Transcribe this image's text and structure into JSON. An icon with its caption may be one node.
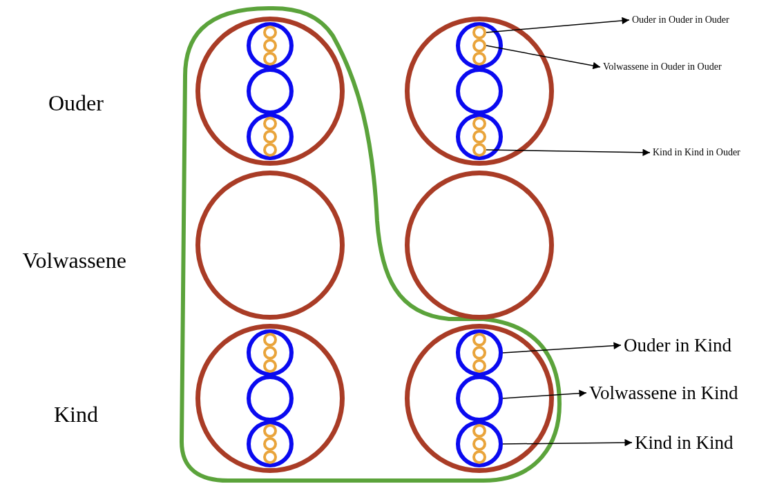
{
  "diagram": {
    "nodes": [
      {
        "text": [],
        "shape": "circle"
      },
      {
        "text": [],
        "shape": "circle",
        "in": 0
      },
      {
        "text": [],
        "shape": "circle",
        "in": 1
      },
      {
        "text": [],
        "shape": "circle",
        "in": 1
      },
      {
        "text": [],
        "shape": "circle",
        "in": 1
      },
      {
        "text": [],
        "shape": "circle",
        "in": 0
      },
      {
        "text": [],
        "shape": "circle",
        "in": 0
      },
      {
        "text": [],
        "shape": "circle",
        "in": 6
      },
      {
        "text": [],
        "shape": "circle",
        "in": 6
      },
      {
        "text": [],
        "shape": "circle",
        "in": 6
      },
      {
        "text": [],
        "shape": "circle"
      },
      {
        "text": [],
        "shape": "circle",
        "in": 10
      },
      {
        "text": [],
        "shape": "circle",
        "in": 11
      },
      {
        "text": [],
        "shape": "circle",
        "in": 11
      },
      {
        "text": [],
        "shape": "circle",
        "in": 11
      },
      {
        "text": [],
        "shape": "circle",
        "in": 10
      },
      {
        "text": [],
        "shape": "circle",
        "in": 10
      },
      {
        "text": [],
        "shape": "circle",
        "in": 16
      },
      {
        "text": [],
        "shape": "circle",
        "in": 16
      },
      {
        "text": [],
        "shape": "circle",
        "in": 16
      },
      {
        "text": [],
        "shape": "circle"
      },
      {
        "text": [],
        "shape": "circle"
      },
      {
        "text": [],
        "shape": "circle"
      },
      {
        "text": [],
        "shape": "circle",
        "in": 22
      },
      {
        "text": [],
        "shape": "circle",
        "in": 23
      },
      {
        "text": [],
        "shape": "circle",
        "in": 23
      },
      {
        "text": [],
        "shape": "circle",
        "in": 23
      },
      {
        "text": [],
        "shape": "circle",
        "in": 22
      },
      {
        "text": [],
        "shape": "circle",
        "in": 22
      },
      {
        "text": [],
        "shape": "circle",
        "in": 28
      },
      {
        "text": [],
        "shape": "circle",
        "in": 28
      },
      {
        "text": [],
        "shape": "circle",
        "in": 28
      },
      {
        "text": [],
        "shape": "circle"
      },
      {
        "text": [],
        "shape": "circle",
        "in": 32
      },
      {
        "text": [],
        "shape": "circle",
        "in": 33
      },
      {
        "text": [],
        "shape": "circle",
        "in": 33
      },
      {
        "text": [],
        "shape": "circle",
        "in": 33
      },
      {
        "text": [],
        "shape": "circle",
        "in": 32
      },
      {
        "text": [],
        "shape": "circle",
        "in": 32
      },
      {
        "text": [],
        "shape": "circle",
        "in": 38
      },
      {
        "text": [],
        "shape": "circle",
        "in": 38
      },
      {
        "text": [],
        "shape": "circle",
        "in": 38
      },
      {
        "text": [
          "Ouder in Ouder in Ouder"
        ]
      },
      {
        "text": [
          "Volwassene in Ouder in Ouder"
        ]
      },
      {
        "text": [
          "Kind in Kind in Ouder"
        ]
      },
      {
        "text": [
          "Ouder in Kind"
        ]
      },
      {
        "text": [
          "Volwassene in Kind"
        ]
      },
      {
        "text": [
          "Kind in Kind"
        ]
      }
    ],
    "edges": [
      {
        "from": 12,
        "to": 42,
        "arrow": "to"
      },
      {
        "from": 13,
        "to": 43,
        "arrow": "to"
      },
      {
        "from": 19,
        "to": 44,
        "arrow": "to"
      },
      {
        "from": 33,
        "to": 45,
        "arrow": "to"
      },
      {
        "from": 37,
        "to": 46,
        "arrow": "to"
      },
      {
        "from": 38,
        "to": 47,
        "arrow": "to"
      }
    ],
    "labels": [
      "Ouder",
      "Volwassene",
      "Kind"
    ]
  }
}
